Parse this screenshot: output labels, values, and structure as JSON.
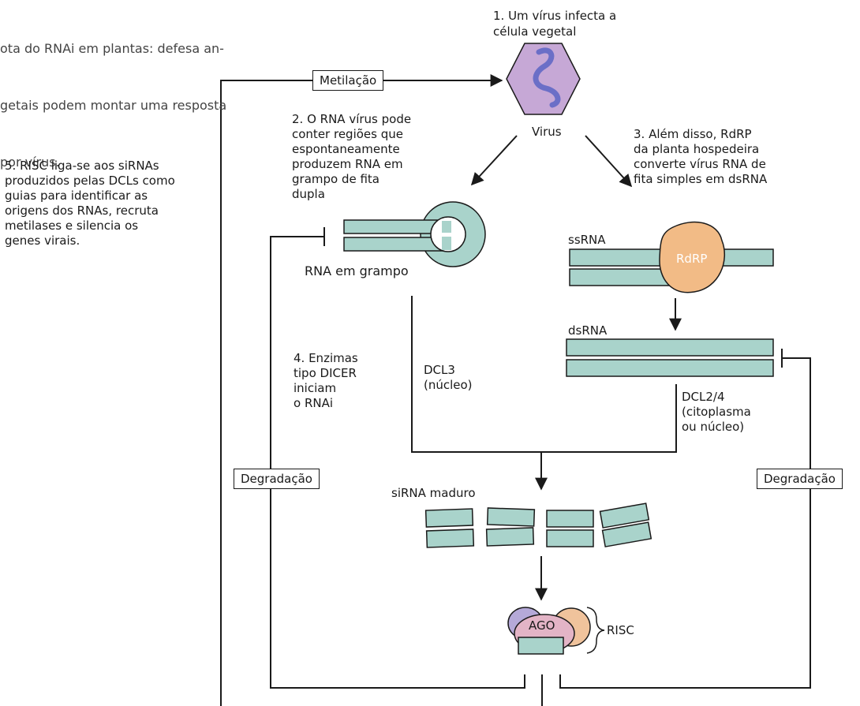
{
  "caption_lines": [
    "ota do RNAi em plantas: defesa an-",
    "getais podem montar uma resposta",
    "por vírus."
  ],
  "step1": "1. Um vírus infecta a\ncélula vegetal",
  "virus_label": "Virus",
  "step2": "2. O RNA vírus pode\nconter regiões que\nespontaneamente\nproduzem RNA em\ngrampo de fita\ndupla",
  "step3": "3. Além disso, RdRP\nda planta hospedeira\nconverte vírus RNA de\nfita simples em dsRNA",
  "step4": "4. Enzimas\ntipo DICER\niniciam\no RNAi",
  "step5": "5. RISC liga-se aos siRNAs\nproduzidos pelas DCLs como\nguias para identificar as\norigens dos RNAs, recruta\nmetilases e silencia os\ngenes virais.",
  "metilacao": "Metilação",
  "degradacao_left": "Degradação",
  "degradacao_right": "Degradação",
  "hairpin_label": "RNA em grampo",
  "ssrna_label": "ssRNA",
  "rdrp_label": "RdRP",
  "dsrna_label": "dsRNA",
  "dcl3_label": "DCL3\n(núcleo)",
  "dcl24_label": "DCL2/4\n(citoplasma\nou núcleo)",
  "sirna_label": "siRNA maduro",
  "ago_label": "AGO",
  "risc_label": "RISC",
  "colors": {
    "rna": "#a9d3cb",
    "virus": "#c6a8d6",
    "virus_strand": "#6b6fc7",
    "rdrp": "#f2bb86",
    "ago": "#e3b4c6",
    "ago_left": "#b5a9d8",
    "ago_right": "#f0c39c"
  }
}
